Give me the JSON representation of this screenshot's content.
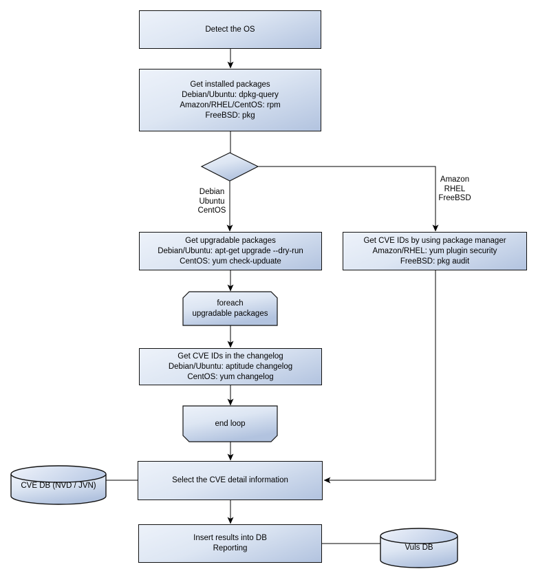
{
  "diagram": {
    "nodes": {
      "detect_os": {
        "lines": [
          "Detect the OS"
        ]
      },
      "get_installed_packages": {
        "lines": [
          "Get installed packages",
          "Debian/Ubuntu: dpkg-query",
          "Amazon/RHEL/CentOS: rpm",
          "FreeBSD: pkg"
        ]
      },
      "get_upgradable_packages": {
        "lines": [
          "Get upgradable packages",
          "Debian/Ubuntu: apt-get upgrade --dry-run",
          "CentOS: yum check-upduate"
        ]
      },
      "get_cve_ids_package_manager": {
        "lines": [
          "Get CVE IDs by using package manager",
          "Amazon/RHEL: yum plugin security",
          "FreeBSD: pkg audit"
        ]
      },
      "foreach_loop": {
        "lines": [
          "foreach",
          "upgradable packages"
        ]
      },
      "get_cve_ids_changelog": {
        "lines": [
          "Get CVE IDs in the changelog",
          "Debian/Ubuntu: aptitude changelog",
          "CentOS: yum changelog"
        ]
      },
      "end_loop": {
        "lines": [
          "end loop"
        ]
      },
      "select_cve_detail": {
        "lines": [
          "Select the CVE detail information"
        ]
      },
      "insert_results": {
        "lines": [
          "Insert results into DB",
          "Reporting"
        ]
      },
      "cve_db": {
        "lines": [
          "CVE DB (NVD / JVN)"
        ]
      },
      "vuls_db": {
        "lines": [
          "Vuls DB"
        ]
      }
    },
    "edge_labels": {
      "left_branch": {
        "lines": [
          "Debian",
          "Ubuntu",
          "CentOS"
        ]
      },
      "right_branch": {
        "lines": [
          "Amazon",
          "RHEL",
          "FreeBSD"
        ]
      }
    },
    "colors": {
      "node_fill_top": "#edf2fa",
      "node_fill_bottom": "#b2c3df",
      "node_border": "#111111",
      "connector": "#000000",
      "text": "#000000",
      "background": "#ffffff"
    }
  }
}
